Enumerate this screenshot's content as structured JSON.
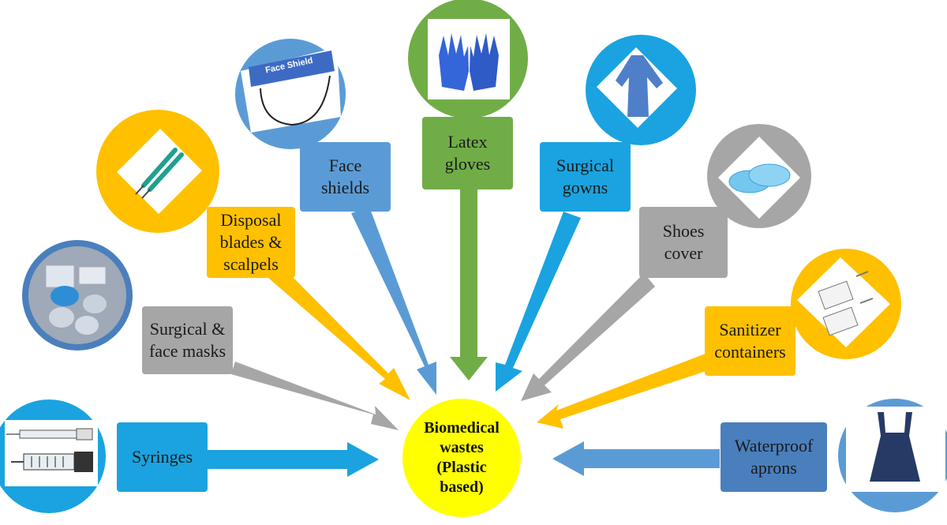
{
  "center": {
    "label": "Biomedical\nwastes\n(Plastic\nbased)"
  },
  "items": {
    "syringes": {
      "label": "Syringes",
      "icon": "syringe-icon"
    },
    "masks": {
      "label": "Surgical &\nface masks",
      "icon": "face-mask-icon"
    },
    "blades": {
      "label": "Disposal\nblades &\nscalpels",
      "icon": "scalpel-icon"
    },
    "shields": {
      "label": "Face\nshields",
      "icon": "face-shield-icon"
    },
    "gloves": {
      "label": "Latex\ngloves",
      "icon": "gloves-icon"
    },
    "gowns": {
      "label": "Surgical\ngowns",
      "icon": "gown-icon"
    },
    "shoes": {
      "label": "Shoes\ncover",
      "icon": "shoe-cover-icon"
    },
    "sanitizer": {
      "label": "Sanitizer\ncontainers",
      "icon": "sanitizer-icon"
    },
    "aprons": {
      "label": "Waterproof\naprons",
      "icon": "apron-icon"
    }
  },
  "face_shield_text": "Face Shield",
  "colors": {
    "blue": "#5b9bd5",
    "cyan": "#1aa3e0",
    "gold": "#ffc000",
    "gray": "#a6a6a6",
    "green": "#70ad47",
    "dark_blue": "#4a7fbd",
    "center": "#ffff00"
  }
}
